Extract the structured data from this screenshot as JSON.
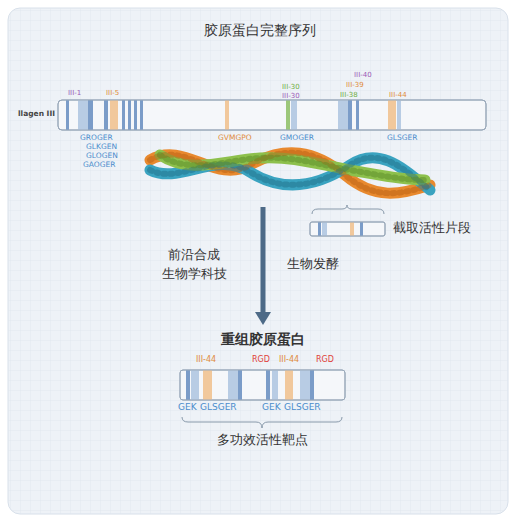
{
  "diagram": {
    "nodes": [
      {
        "text": [
          "胶原蛋白完整序列"
        ]
      },
      {
        "text": [
          "截取活性片段"
        ]
      },
      {
        "text": [
          "重组胶原蛋白"
        ]
      }
    ],
    "edges": [
      {
        "from": 0,
        "to": 2,
        "arrow": "to"
      }
    ],
    "labels": [
      "llagen III",
      "III-1",
      "III-5",
      "III-30",
      "III-30",
      "III-40",
      "III-39",
      "III-38",
      "III-44",
      "GROGER",
      "GLKGEN",
      "GLOGEN",
      "GAOGER",
      "GVMGPO",
      "GMOGER",
      "GLSGER",
      "前沿合成 生物学科技",
      "生物发酵",
      "III-44",
      "RGD",
      "III-44",
      "RGD",
      "GEK",
      "GLSGER",
      "GEK",
      "GLSGER",
      "多功效活性靶点"
    ]
  }
}
